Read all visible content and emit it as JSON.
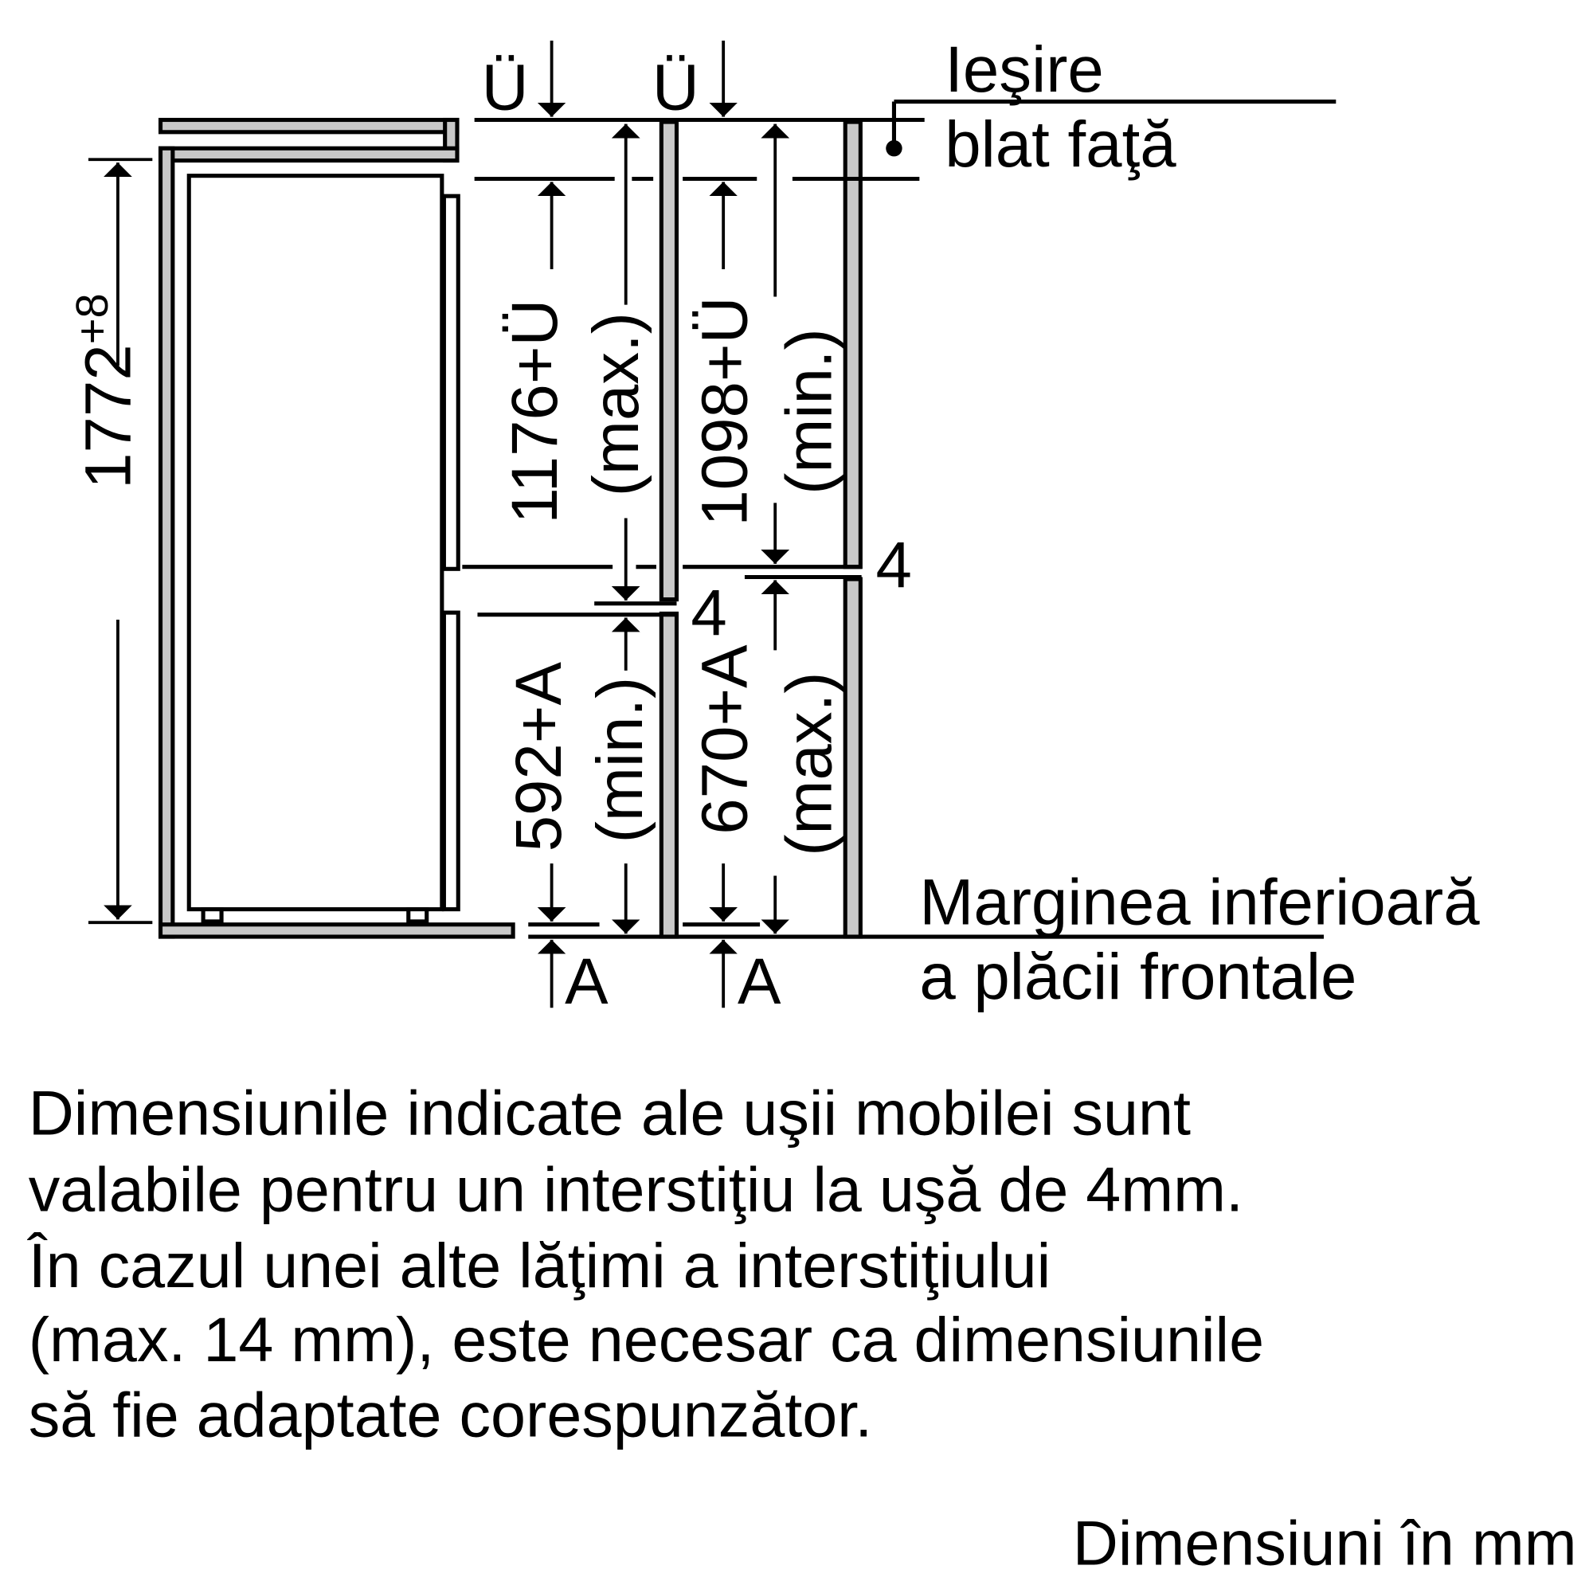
{
  "diagram": {
    "top_labels": {
      "overhang_left": "Ü",
      "overhang_right": "Ü"
    },
    "bottom_labels": {
      "a_left": "A",
      "a_right": "A"
    },
    "dimensions": {
      "total_height": "1772",
      "total_height_tolerance": "+8",
      "upper_max": "1176+Ü",
      "upper_max_note": "(max.)",
      "upper_min": "1098+Ü",
      "upper_min_note": "(min.)",
      "lower_min": "592+A",
      "lower_min_note": "(min.)",
      "lower_max": "670+A",
      "lower_max_note": "(max.)",
      "gap_left": "4",
      "gap_right": "4"
    },
    "callouts": {
      "top_line1": "Ieşire",
      "top_line2": "blat faţă",
      "bottom_line1": "Marginea inferioară",
      "bottom_line2": "a plăcii frontale"
    }
  },
  "note": {
    "lines": [
      "Dimensiunile indicate ale uşii mobilei sunt",
      "valabile pentru un interstiţiu la uşă de 4mm.",
      "În cazul unei alte lăţimi a interstiţiului",
      "(max. 14 mm), este necesar ca dimensiunile",
      "să fie adaptate corespunzător."
    ]
  },
  "units_label": "Dimensiuni în mm"
}
